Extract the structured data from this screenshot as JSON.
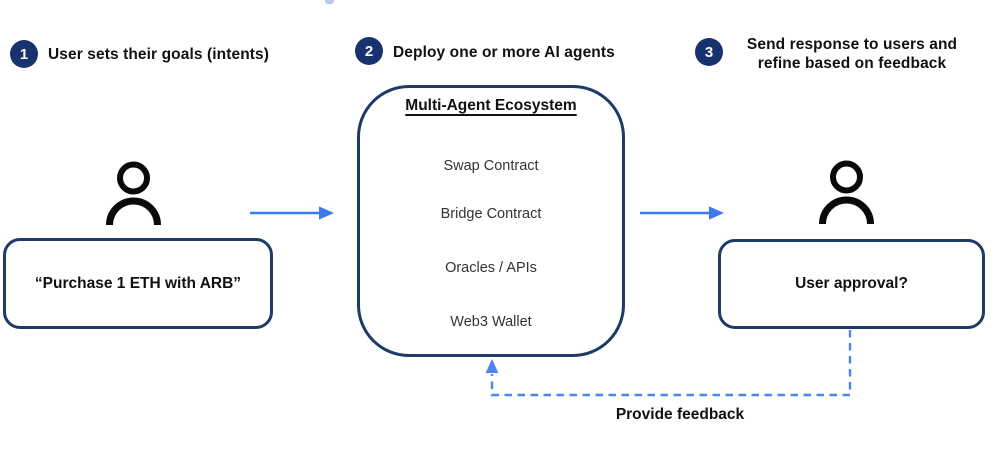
{
  "steps": [
    {
      "number": "1",
      "lines": [
        "User sets their goals (intents)"
      ]
    },
    {
      "number": "2",
      "lines": [
        "Deploy one or more AI agents"
      ]
    },
    {
      "number": "3",
      "lines": [
        "Send response to users and",
        "refine based on feedback"
      ]
    }
  ],
  "intent_box": {
    "label": "“Purchase 1 ETH with ARB”"
  },
  "agent_box": {
    "title": "Multi-Agent Ecosystem",
    "items": [
      "Swap Contract",
      "Bridge Contract",
      "Oracles / APIs",
      "Web3 Wallet"
    ]
  },
  "approval_box": {
    "label": "User approval?"
  },
  "feedback": {
    "label": "Provide feedback"
  },
  "icons": {
    "left": "user-icon",
    "right": "user-icon"
  },
  "colors": {
    "step_circle": "#17326e",
    "box_border": "#1e3a66",
    "arrow_blue": "#3d79ec",
    "dashed_blue": "#4c84f0",
    "heading_text": "#111111",
    "item_text": "#333333",
    "icon_black": "#0a0a0a",
    "background": "#ffffff"
  }
}
